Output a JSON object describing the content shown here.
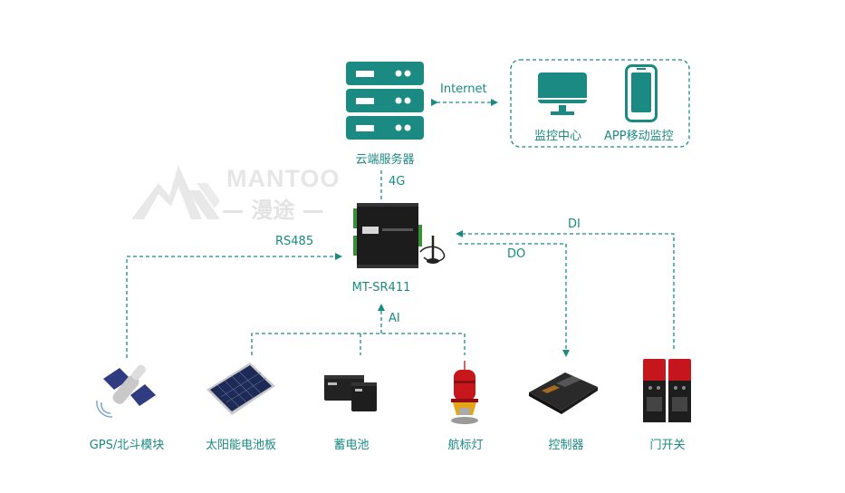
{
  "colors": {
    "accent": "#1a8a82",
    "watermark": "#e5e5e5"
  },
  "watermark": {
    "brand_en": "MANTOO",
    "brand_cn": "— 漫途 —"
  },
  "cloud": {
    "server_label": "云端服务器",
    "internet_label": "Internet",
    "link_4g": "4G"
  },
  "clients": {
    "monitor_label": "监控中心",
    "app_label": "APP移动监控"
  },
  "gateway": {
    "label": "MT-SR411",
    "rs485": "RS485",
    "ai": "AI",
    "di": "DI",
    "do": "DO"
  },
  "devices": [
    {
      "label": "GPS/北斗模块",
      "icon": "satellite-icon"
    },
    {
      "label": "太阳能电池板",
      "icon": "solar-panel-icon"
    },
    {
      "label": "蓄电池",
      "icon": "battery-icon"
    },
    {
      "label": "航标灯",
      "icon": "beacon-light-icon"
    },
    {
      "label": "控制器",
      "icon": "controller-icon"
    },
    {
      "label": "门开关",
      "icon": "door-switch-icon"
    }
  ]
}
